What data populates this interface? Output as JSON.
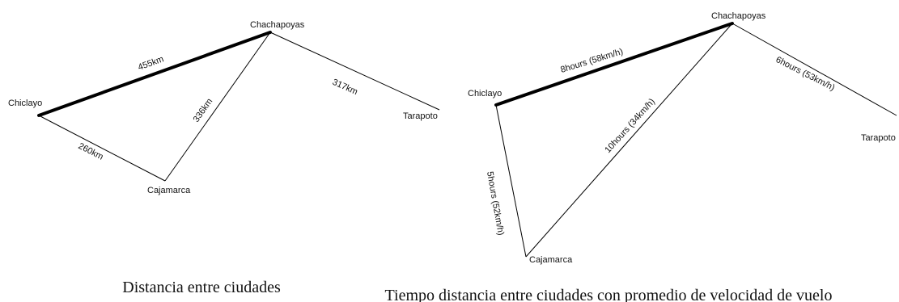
{
  "left_diagram": {
    "cities": {
      "chachapoyas": "Chachapoyas",
      "chiclayo": "Chiclayo",
      "tarapoto": "Tarapoto",
      "cajamarca": "Cajamarca"
    },
    "edges": {
      "chiclayo_chachapoyas": "455km",
      "chachapoyas_tarapoto": "317km",
      "chachapoyas_cajamarca": "336km",
      "chiclayo_cajamarca": "260km"
    },
    "caption": "Distancia entre ciudades"
  },
  "right_diagram": {
    "cities": {
      "chachapoyas": "Chachapoyas",
      "chiclayo": "Chiclayo",
      "tarapoto": "Tarapoto",
      "cajamarca": "Cajamarca"
    },
    "edges": {
      "chiclayo_chachapoyas": "8hours (58km/h)",
      "chachapoyas_tarapoto": "6hours (53km/h)",
      "chachapoyas_cajamarca": "10hours (34km/h)",
      "chiclayo_cajamarca": "5hours (52km/h)"
    },
    "caption": "Tiempo distancia entre ciudades con promedio de velocidad de vuelo"
  }
}
